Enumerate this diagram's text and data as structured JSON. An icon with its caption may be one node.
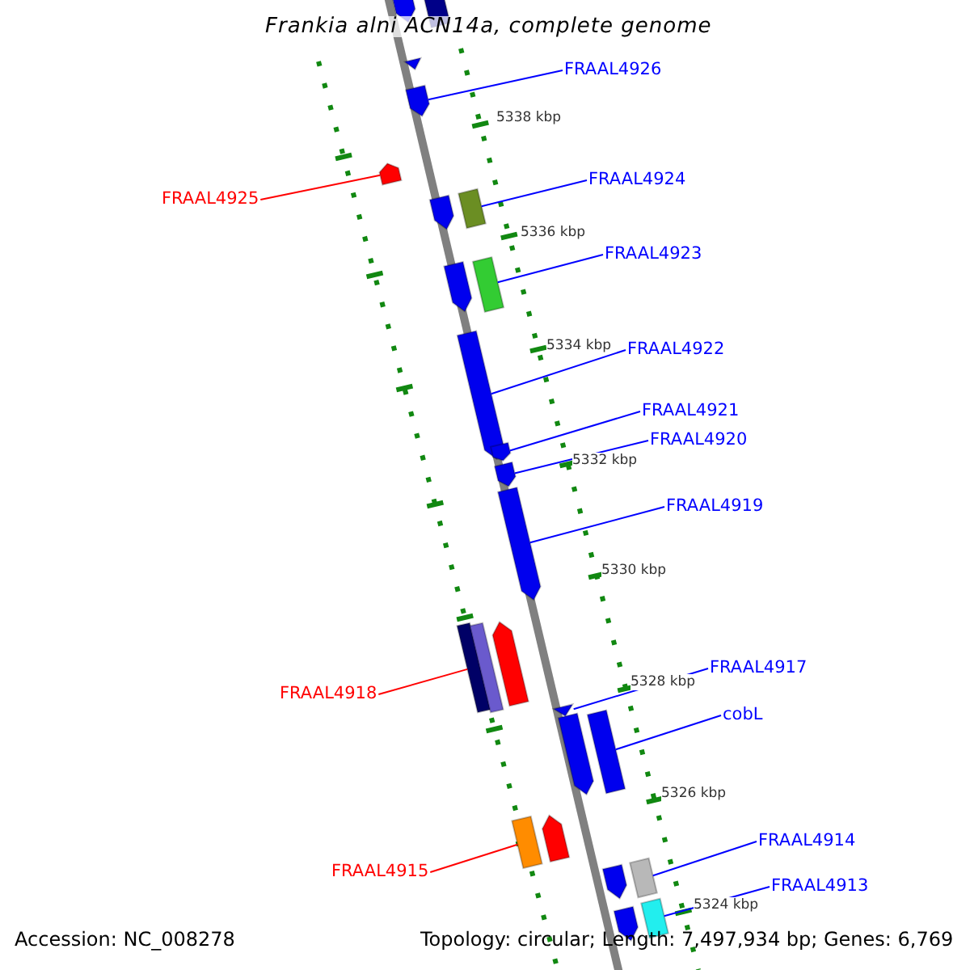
{
  "diagram": {
    "title": "Frankia alni ACN14a, complete genome",
    "nodes": [
      {
        "text": [],
        "shape": "bar"
      },
      {
        "text": [],
        "shape": "bar"
      },
      {
        "text": [],
        "shape": "bar"
      },
      {
        "text": [
          "FRAAL4926"
        ]
      },
      {
        "text": [],
        "shape": "bar"
      },
      {
        "text": [
          "FRAAL4925"
        ]
      },
      {
        "text": [],
        "shape": "bar"
      },
      {
        "text": [
          "FRAAL4924"
        ]
      },
      {
        "text": [],
        "shape": "bar"
      },
      {
        "text": [],
        "shape": "bar"
      },
      {
        "text": [
          "FRAAL4923"
        ]
      },
      {
        "text": [],
        "shape": "bar"
      },
      {
        "text": [],
        "shape": "bar"
      },
      {
        "text": [
          "FRAAL4922"
        ]
      },
      {
        "text": [],
        "shape": "bar"
      },
      {
        "text": [
          "FRAAL4921"
        ]
      },
      {
        "text": [],
        "shape": "bar"
      },
      {
        "text": [
          "FRAAL4920"
        ]
      },
      {
        "text": [],
        "shape": "bar"
      },
      {
        "text": [
          "FRAAL4919"
        ]
      },
      {
        "text": [],
        "shape": "bar"
      },
      {
        "text": [
          "FRAAL4917"
        ]
      },
      {
        "text": [],
        "shape": "bar"
      },
      {
        "text": [],
        "shape": "bar"
      },
      {
        "text": [],
        "shape": "bar"
      },
      {
        "text": [
          "FRAAL4918"
        ]
      },
      {
        "text": [],
        "shape": "bar"
      },
      {
        "text": [
          "cobL"
        ]
      },
      {
        "text": [],
        "shape": "bar"
      },
      {
        "text": [],
        "shape": "bar"
      },
      {
        "text": [],
        "shape": "bar"
      },
      {
        "text": [],
        "shape": "bar"
      },
      {
        "text": [
          "FRAAL4914"
        ]
      },
      {
        "text": [
          "FRAAL4915"
        ]
      },
      {
        "text": [],
        "shape": "bar"
      },
      {
        "text": [],
        "shape": "bar"
      },
      {
        "text": [
          "FRAAL4913"
        ]
      },
      {
        "text": [],
        "shape": "bar"
      },
      {
        "text": [],
        "shape": "bar"
      }
    ],
    "edges": [
      {
        "from": 3,
        "to": 4,
        "arrow": "none"
      },
      {
        "from": 5,
        "to": 6,
        "arrow": "none",
        "color": "#ff0000"
      },
      {
        "from": 7,
        "to": 9,
        "arrow": "none"
      },
      {
        "from": 10,
        "to": 12,
        "arrow": "none"
      },
      {
        "from": 13,
        "to": 14,
        "arrow": "none"
      },
      {
        "from": 15,
        "to": 16,
        "arrow": "none"
      },
      {
        "from": 17,
        "to": 18,
        "arrow": "none"
      },
      {
        "from": 19,
        "to": 20,
        "arrow": "none"
      },
      {
        "from": 21,
        "to": 26,
        "arrow": "none"
      },
      {
        "from": 25,
        "to": 22,
        "arrow": "none",
        "color": "#ff0000"
      },
      {
        "from": 27,
        "to": 29,
        "arrow": "none"
      },
      {
        "from": 32,
        "to": 35,
        "arrow": "none"
      },
      {
        "from": 33,
        "to": 30,
        "arrow": "none",
        "color": "#ff0000"
      },
      {
        "from": 36,
        "to": 38,
        "arrow": "none"
      }
    ],
    "labels": [
      "5338 kbp",
      "5336 kbp",
      "5334 kbp",
      "5332 kbp",
      "5330 kbp",
      "5328 kbp",
      "5326 kbp",
      "5324 kbp",
      "Accession: NC_008278",
      "Topology: circular; Length: 7,497,934 bp; Genes: 6,769"
    ]
  }
}
